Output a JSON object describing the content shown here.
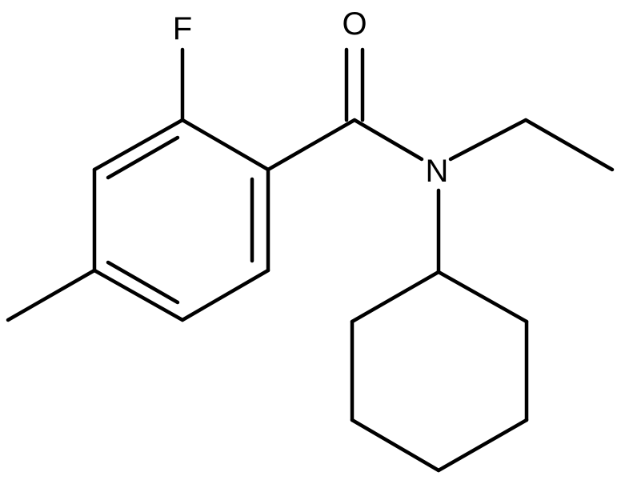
{
  "atoms": {
    "fluorine": "F",
    "oxygen": "O",
    "nitrogen": "N"
  },
  "colors": {
    "bond": "#000000",
    "label": "#000000",
    "background": "#ffffff"
  }
}
